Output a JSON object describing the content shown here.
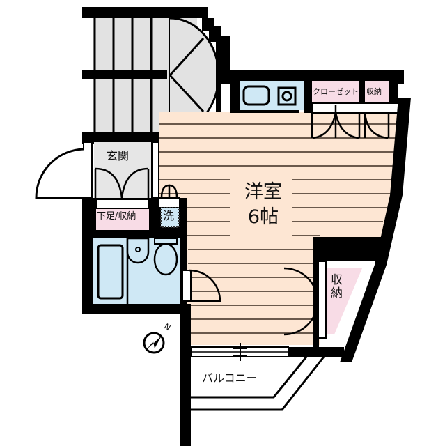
{
  "floor_plan": {
    "rooms": {
      "western_room": {
        "name": "洋室",
        "size": "6帖"
      },
      "entrance": {
        "name": "玄関"
      },
      "shoe_storage": {
        "name": "下足/収納"
      },
      "washer": {
        "name": "洗"
      },
      "closet": {
        "name": "クローゼット"
      },
      "storage_top": {
        "name": "収納"
      },
      "storage_right": {
        "name": "収納"
      },
      "balcony": {
        "name": "バルコニー"
      }
    },
    "compass": {
      "label": "N"
    },
    "colors": {
      "wall": "#000000",
      "floor_wood": "#fde6d3",
      "wet_area": "#cfe8f5",
      "storage": "#f8dce6",
      "stairs": "#e2e2e2",
      "entrance": "#e6e6e6"
    }
  }
}
